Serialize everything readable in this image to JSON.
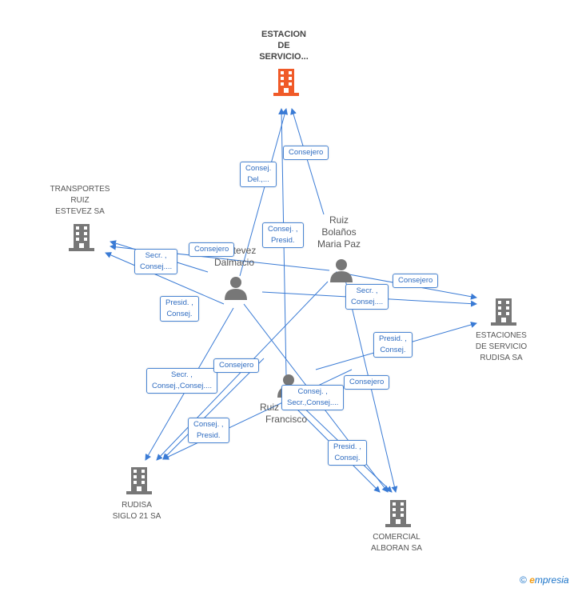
{
  "main_company": {
    "label_lines": [
      "ESTACION",
      "DE",
      "SERVICIO..."
    ],
    "color": "#f05a28"
  },
  "companies": {
    "transportes": {
      "label_lines": [
        "TRANSPORTES",
        "RUIZ",
        "ESTEVEZ SA"
      ]
    },
    "estaciones": {
      "label_lines": [
        "ESTACIONES",
        "DE SERVICIO",
        "RUDISA SA"
      ]
    },
    "rudisa": {
      "label_lines": [
        "RUDISA",
        "SIGLO 21 SA"
      ]
    },
    "comercial": {
      "label_lines": [
        "COMERCIAL",
        "ALBORAN SA"
      ]
    }
  },
  "persons": {
    "dalmacio": {
      "label_lines": [
        "tevez",
        "Dalmacio"
      ]
    },
    "bolanos": {
      "label_lines": [
        "Ruiz",
        "Bolaños",
        "Maria Paz"
      ]
    },
    "francisco": {
      "label_lines": [
        "Ruiz",
        "Francisco"
      ]
    }
  },
  "edge_labels": [
    {
      "id": "e1",
      "lines": [
        "Consejero"
      ]
    },
    {
      "id": "e2",
      "lines": [
        "Consej.",
        "Del.,..."
      ]
    },
    {
      "id": "e3",
      "lines": [
        "Consej. ,",
        "Presid."
      ]
    },
    {
      "id": "e4",
      "lines": [
        "Consejero"
      ]
    },
    {
      "id": "e5",
      "lines": [
        "Secr. ,",
        "Consej...."
      ]
    },
    {
      "id": "e6",
      "lines": [
        "Presid. ,",
        "Consej."
      ]
    },
    {
      "id": "e7",
      "lines": [
        "Consejero"
      ]
    },
    {
      "id": "e8",
      "lines": [
        "Secr. ,",
        "Consej...."
      ]
    },
    {
      "id": "e9",
      "lines": [
        "Presid. ,",
        "Consej."
      ]
    },
    {
      "id": "e10",
      "lines": [
        "Secr. ,",
        "Consej.,Consej...."
      ]
    },
    {
      "id": "e11",
      "lines": [
        "Consejero"
      ]
    },
    {
      "id": "e12",
      "lines": [
        "Consej. ,",
        "Secr.,Consej...."
      ]
    },
    {
      "id": "e13",
      "lines": [
        "Consejero"
      ]
    },
    {
      "id": "e14",
      "lines": [
        "Consej. ,",
        "Presid."
      ]
    },
    {
      "id": "e15",
      "lines": [
        "Presid. ,",
        "Consej."
      ]
    }
  ],
  "brand": {
    "copyright": "©",
    "e": "e",
    "rest": "mpresia"
  },
  "colors": {
    "edge": "#3a7bd5",
    "company_icon": "#777777",
    "person_icon": "#777777"
  }
}
